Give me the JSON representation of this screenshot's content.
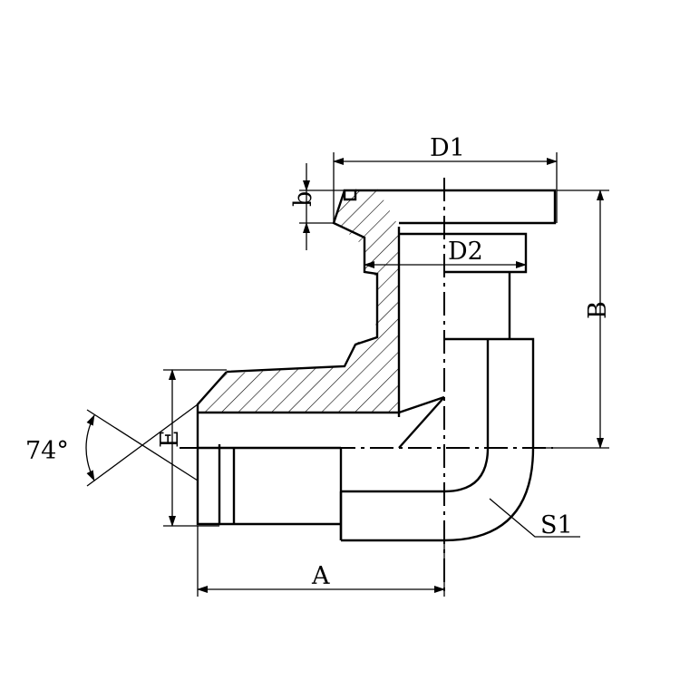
{
  "labels": {
    "d1": "D1",
    "d2": "D2",
    "b_small": "b",
    "b_large": "B",
    "e": "E",
    "a": "A",
    "s1": "S1",
    "angle": "74°"
  },
  "colors": {
    "line": "#000000",
    "background": "#ffffff"
  }
}
